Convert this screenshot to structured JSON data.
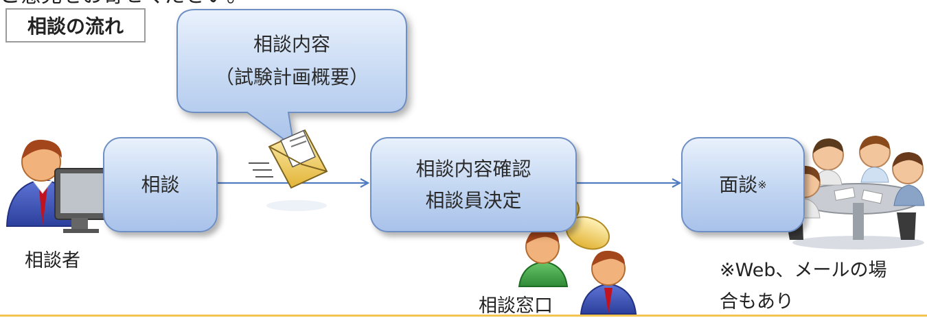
{
  "top_cut_text": "ご意見をお寄せください。",
  "section_label": "相談の流れ",
  "steps": {
    "consult": "相談",
    "confirm_line1": "相談内容確認",
    "confirm_line2": "相談員決定",
    "interview": "面談",
    "interview_mark": "※"
  },
  "bubble": {
    "line1": "相談内容",
    "line2": "（試験計画概要）"
  },
  "captions": {
    "consultant": "相談者",
    "window": "相談窓口",
    "note_line1": "※Web、メールの場",
    "note_line2": "合もあり"
  },
  "colors": {
    "box_fill": "#c2d6f2",
    "box_border": "#6e8fc4",
    "arrow": "#4f7cc0",
    "bottom_line": "#f5c44f"
  }
}
